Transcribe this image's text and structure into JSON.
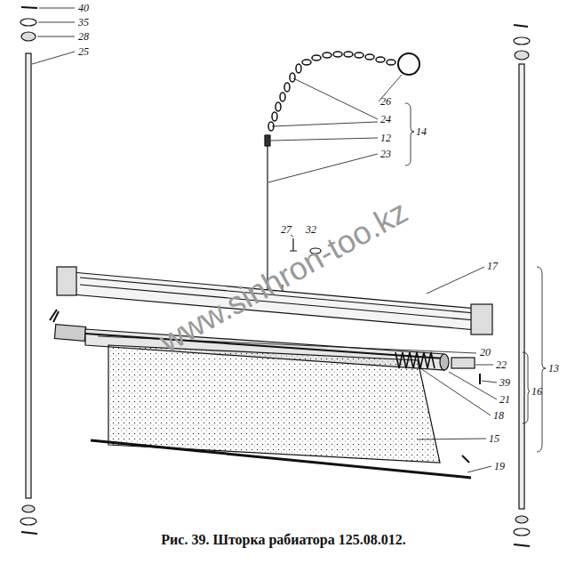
{
  "diagram": {
    "caption": "Рис. 39. Шторка рабиатора 125.08.012.",
    "labels": [
      "40",
      "35",
      "28",
      "25",
      "26",
      "24",
      "12",
      "14",
      "23",
      "27",
      "32",
      "17",
      "20",
      "22",
      "13",
      "16",
      "39",
      "21",
      "18",
      "15",
      "19",
      "www.sinhron-too.kz"
    ]
  }
}
